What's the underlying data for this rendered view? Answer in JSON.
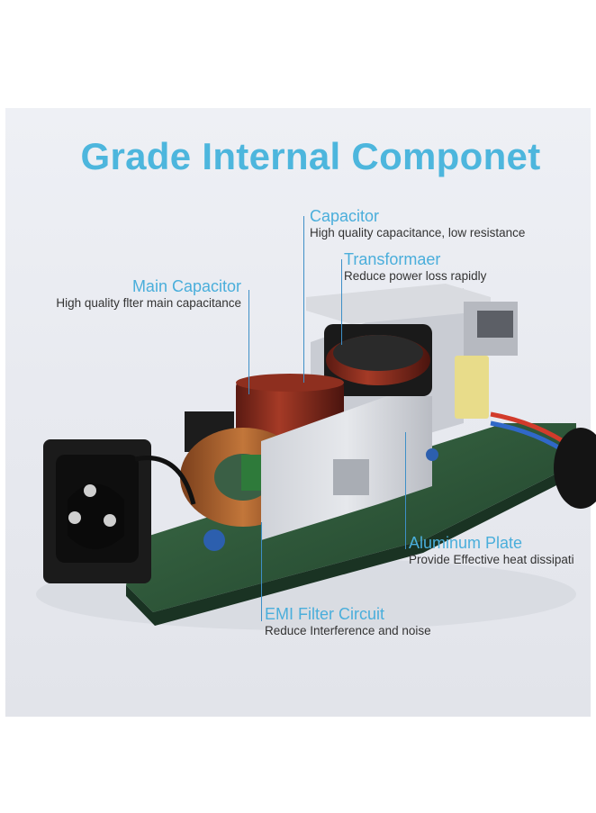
{
  "title": "Grade Internal Componet",
  "callouts": {
    "capacitor": {
      "name": "Capacitor",
      "desc": "High quality capacitance, low resistance"
    },
    "transformer": {
      "name": "Transformaer",
      "desc": "Reduce power loss rapidly"
    },
    "main_capacitor": {
      "name": "Main Capacitor",
      "desc": "High quality flter main capacitance"
    },
    "aluminum_plate": {
      "name": "Aluminum Plate",
      "desc": "Provide Effective heat dissipati"
    },
    "emi_filter": {
      "name": "EMI Filter Circuit",
      "desc": "Reduce Interference and noise"
    }
  },
  "colors": {
    "title": "#4db6dd",
    "label": "#4aaedb",
    "leader": "#3e8fc7",
    "pcb": "#2f5a3a"
  }
}
